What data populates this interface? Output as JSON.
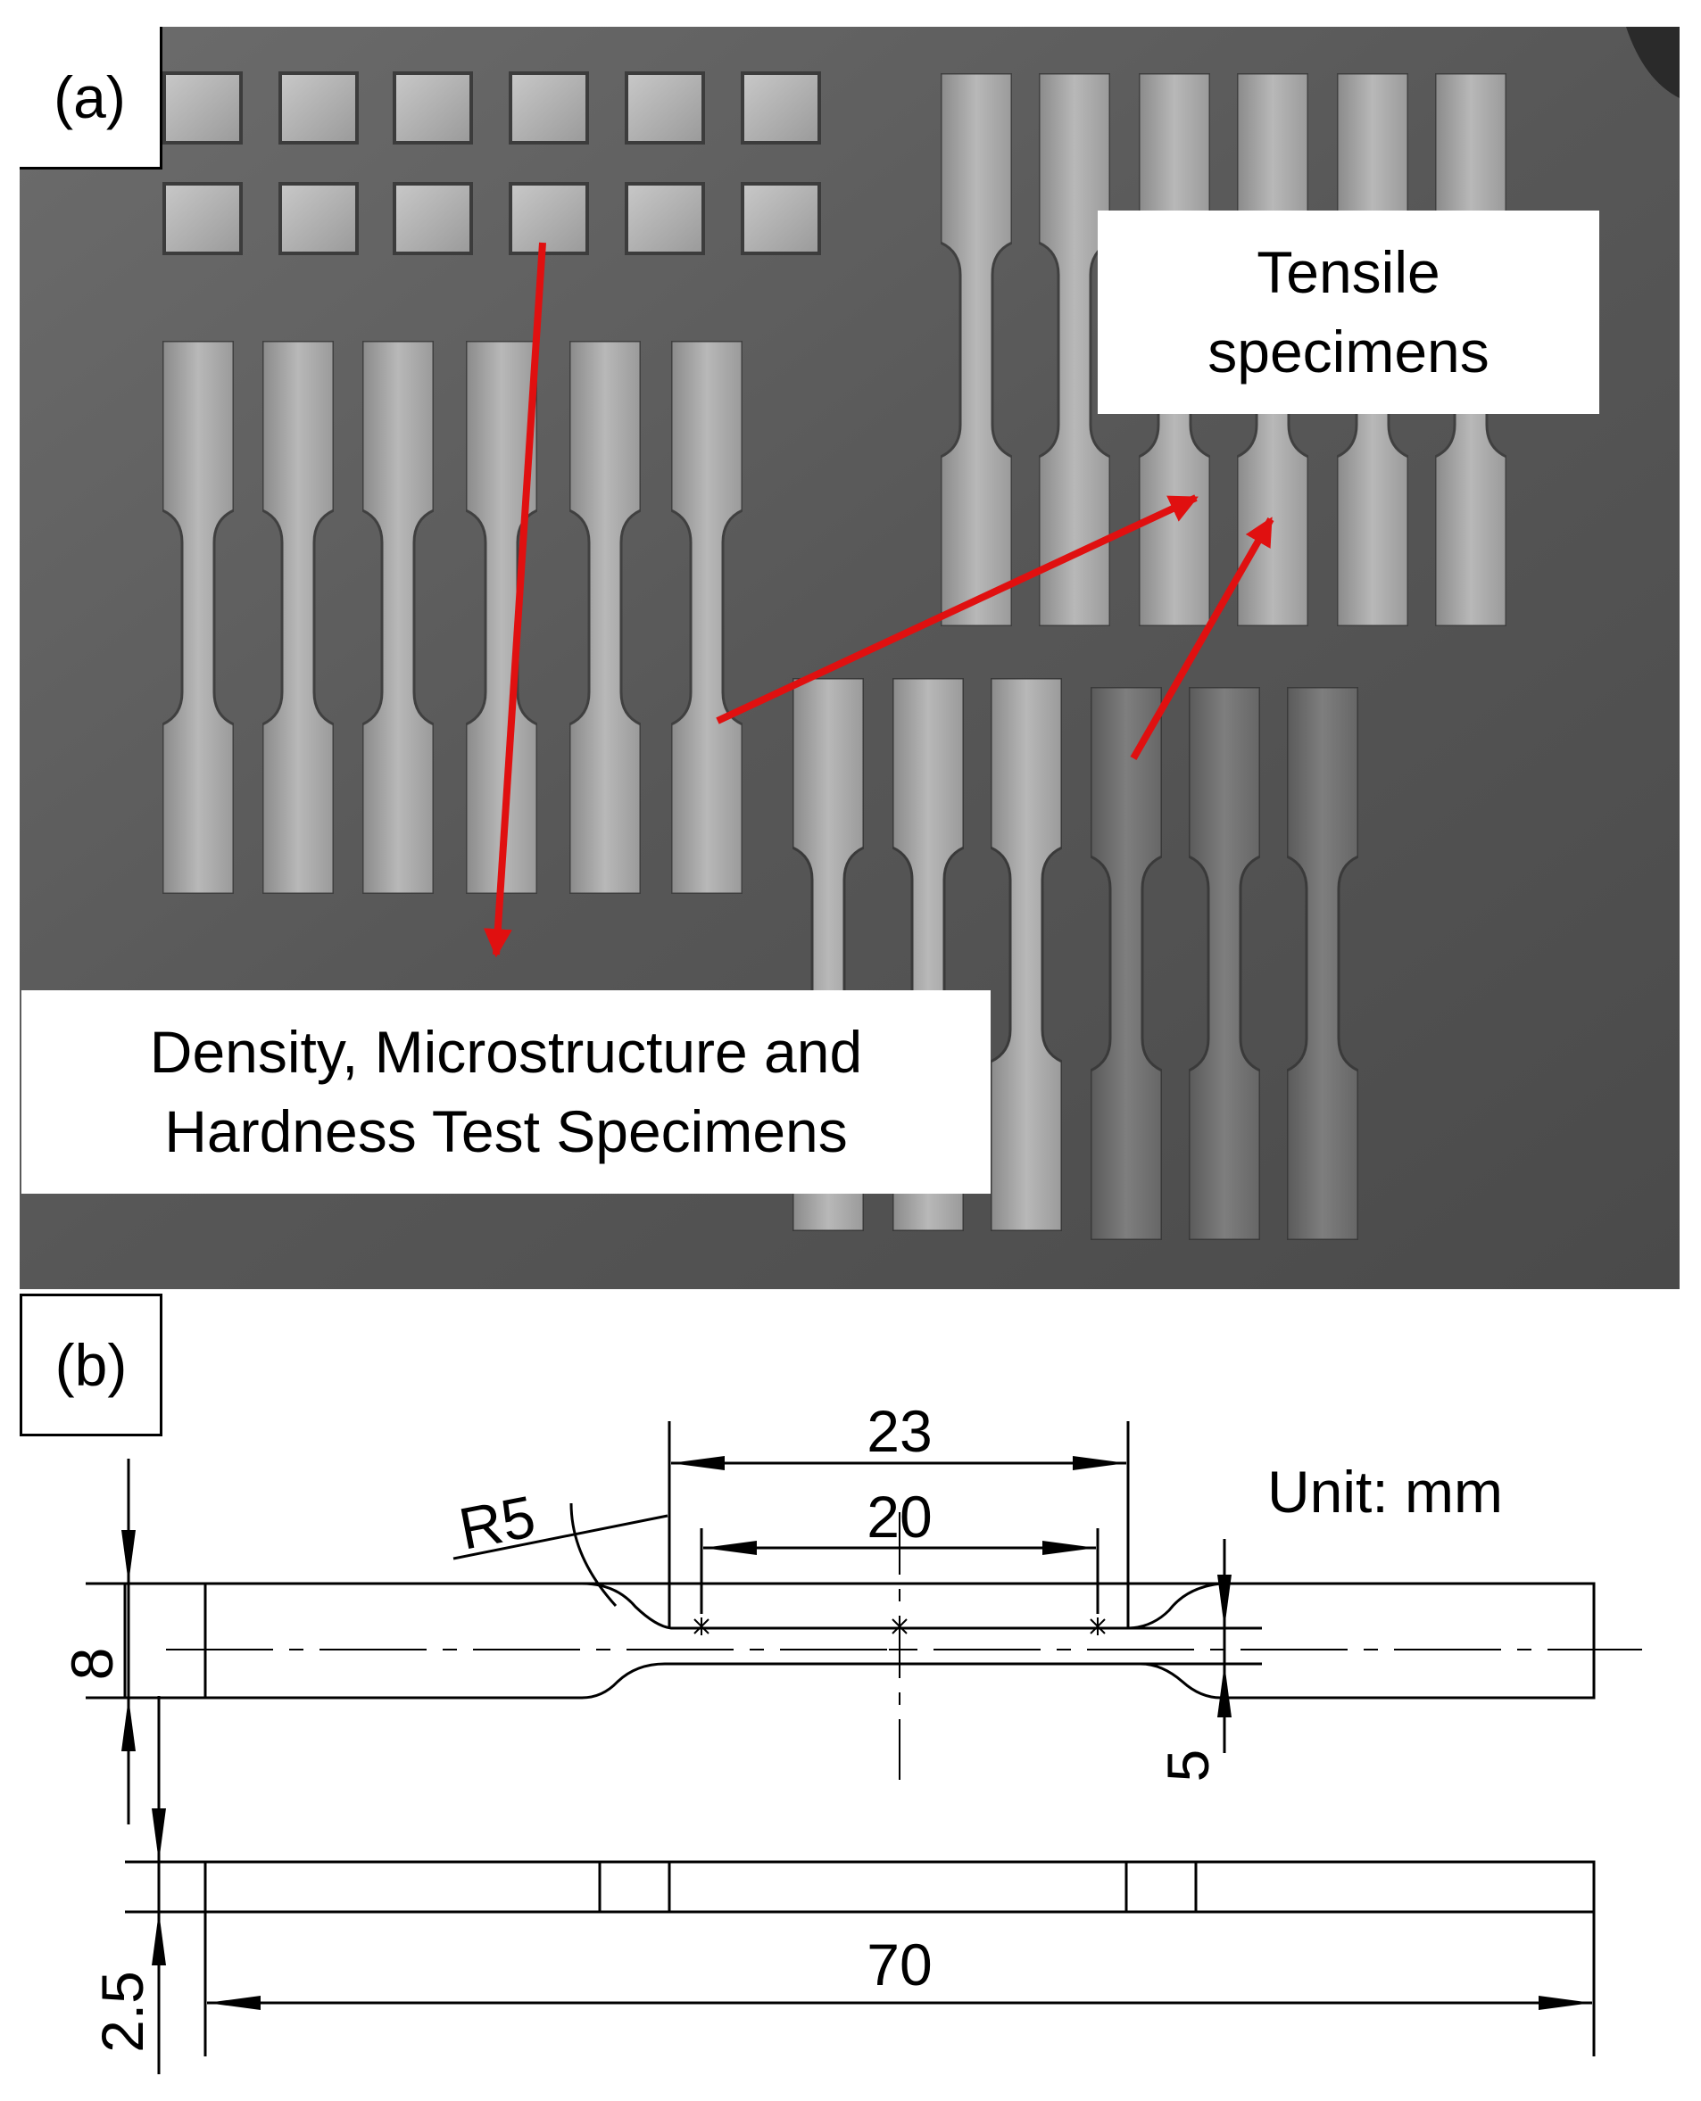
{
  "panel_a": {
    "label": "(a)",
    "callouts": {
      "tensile": [
        "Tensile",
        "specimens"
      ],
      "density": [
        "Density, Microstructure and",
        "Hardness Test Specimens"
      ]
    },
    "colors": {
      "arrow": "#e01010",
      "plate": "#5a5a5a"
    }
  },
  "panel_b": {
    "label": "(b)",
    "unit": "Unit: mm",
    "dimensions": {
      "parallel_length": "23",
      "gauge_length": "20",
      "fillet_radius": "R5",
      "grip_width": "8",
      "gauge_width": "5",
      "thickness": "2.5",
      "total_length": "70"
    }
  }
}
